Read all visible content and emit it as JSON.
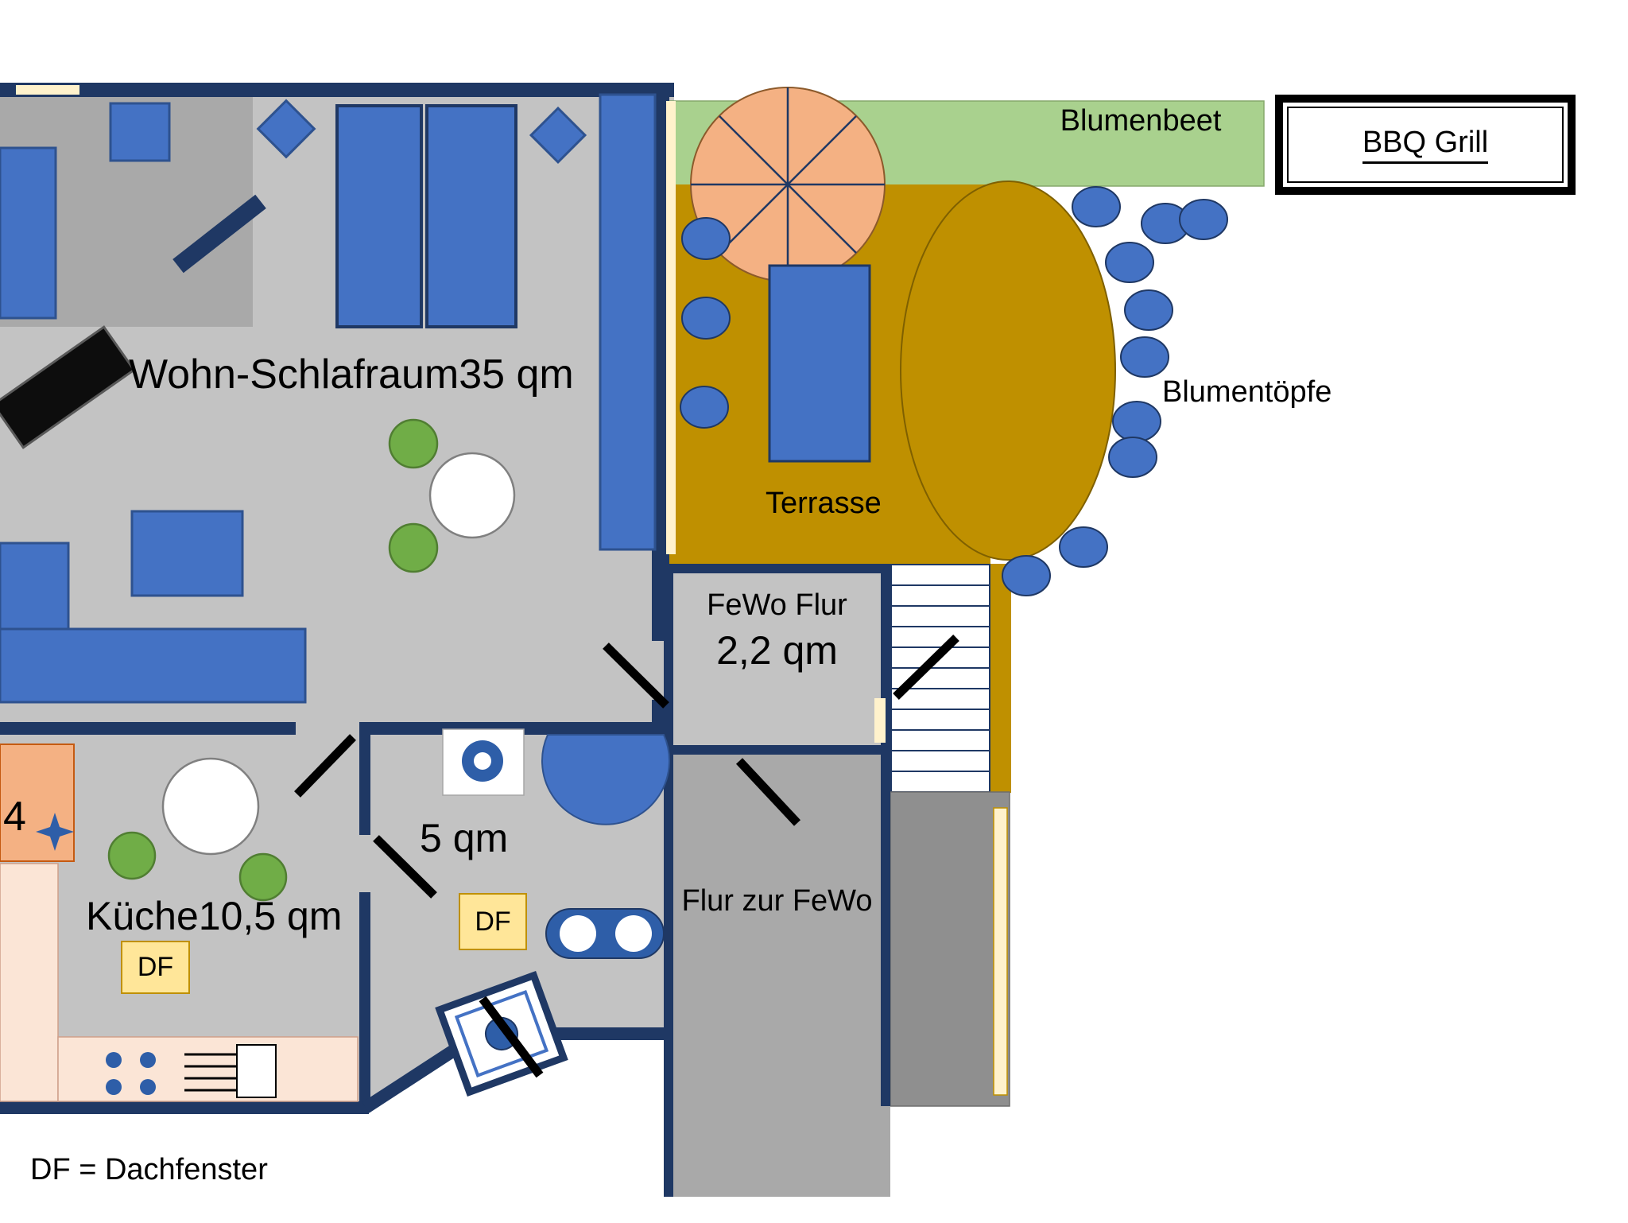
{
  "legend": {
    "skylight_abbr": "DF",
    "skylight_note": "DF = Dachfenster"
  },
  "rooms": {
    "living": {
      "label": "Wohn-Schlafraum35 qm"
    },
    "kitchen": {
      "label": "Küche10,5 qm",
      "marker": "4"
    },
    "bath": {
      "label": "5 qm"
    },
    "fewo_flur": {
      "name": "FeWo Flur",
      "area": "2,2 qm"
    },
    "hallway": {
      "label": "Flur zur FeWo"
    },
    "terrace": {
      "label": "Terrasse"
    }
  },
  "garden": {
    "flowerbed": "Blumenbeet",
    "bbq": "BBQ Grill",
    "flowerpots": "Blumentöpfe"
  },
  "colors": {
    "wall_navy": "#1f3864",
    "furniture_blue": "#4472c4",
    "accent_blue": "#2e5ea8",
    "terrace_gold": "#bf9000",
    "flowerbed_green": "#a9d18e",
    "chair_green": "#70ad47",
    "umbrella_peach": "#f4b183",
    "counter_peach": "#fbe5d6",
    "skylight_yellow": "#ffe699",
    "window_cream": "#fff2cc",
    "floor_gray": "#c3c3c3"
  }
}
